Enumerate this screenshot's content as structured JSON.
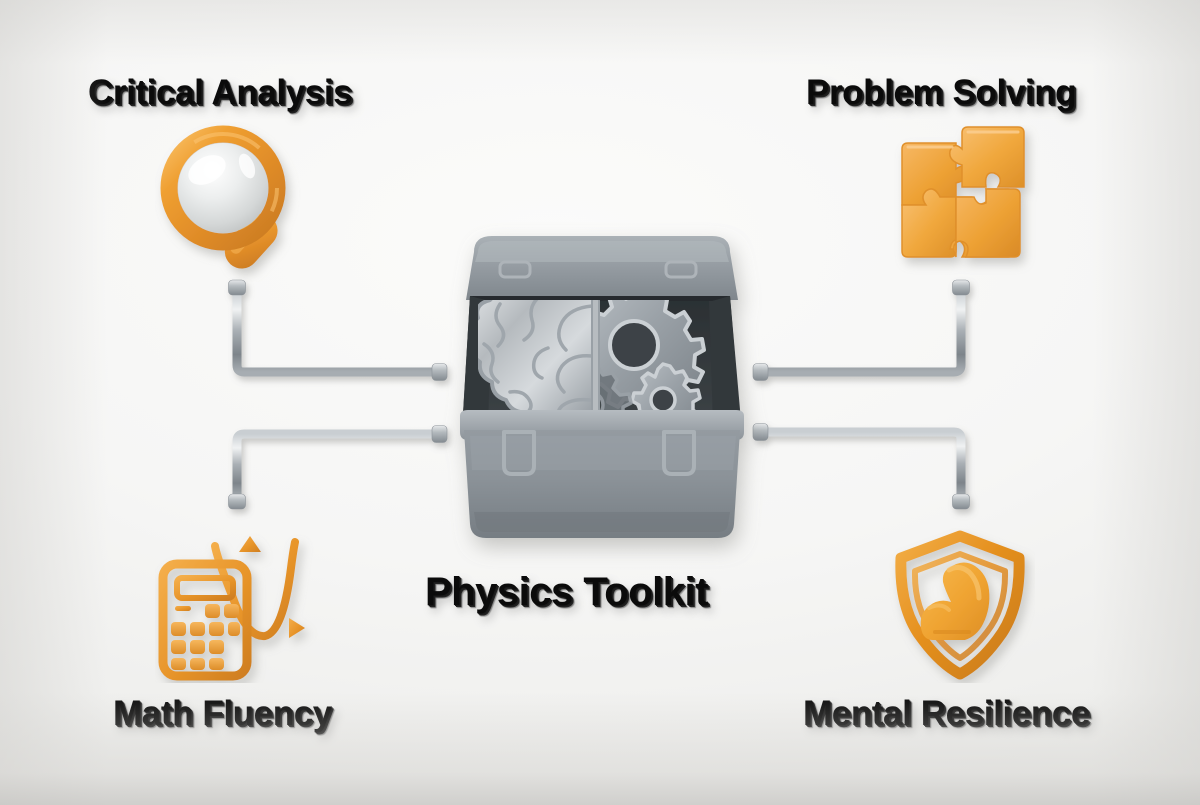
{
  "diagram": {
    "center": {
      "title": "Physics Toolkit",
      "icon": "toolbox-icon",
      "contents": [
        "brain-icon",
        "gear-icon"
      ]
    },
    "nodes": [
      {
        "id": "critical-analysis",
        "label": "Critical Analysis",
        "icon": "magnifying-glass-icon",
        "position": "top-left"
      },
      {
        "id": "problem-solving",
        "label": "Problem Solving",
        "icon": "puzzle-pieces-icon",
        "position": "top-right"
      },
      {
        "id": "math-fluency",
        "label": "Math Fluency",
        "icon": "calculator-graph-icon",
        "position": "bottom-left"
      },
      {
        "id": "mental-resilience",
        "label": "Mental Resilience",
        "icon": "shield-bicep-icon",
        "position": "bottom-right"
      }
    ],
    "connectors": [
      {
        "id": "connector-top-left",
        "from": "critical-analysis",
        "to": "center"
      },
      {
        "id": "connector-top-right",
        "from": "problem-solving",
        "to": "center"
      },
      {
        "id": "connector-bottom-left",
        "from": "math-fluency",
        "to": "center"
      },
      {
        "id": "connector-bottom-right",
        "from": "mental-resilience",
        "to": "center"
      }
    ]
  },
  "colors": {
    "background": "#f4f4f2",
    "label_text": "#0b0b0b",
    "accent_orange": "#efa033",
    "accent_orange_dark": "#d8832a",
    "accent_orange_light": "#f6b861",
    "metal_grey": "#8d949a",
    "toolbox_grey": "#8a9197",
    "toolbox_interior": "#3a4044",
    "brain_silver": "#b9bec2"
  }
}
